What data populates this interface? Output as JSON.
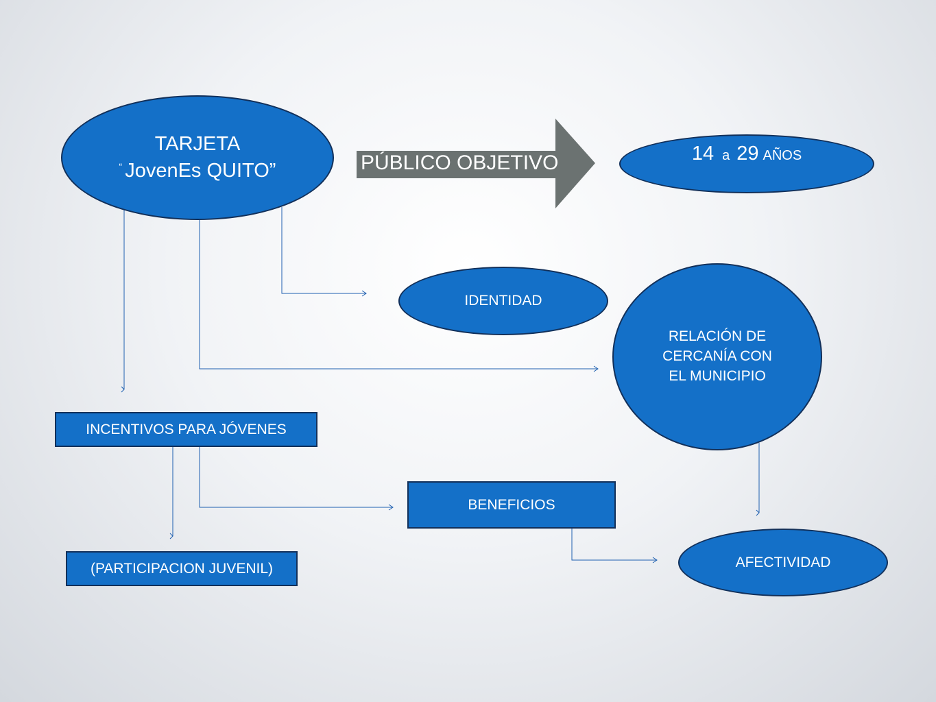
{
  "diagram": {
    "tarjeta": {
      "line1": "TARJETA",
      "open_quote": "“",
      "line2": "JovenEs QUITO”"
    },
    "publico_objetivo": "PÚBLICO OBJETIVO",
    "edad": {
      "from": "14",
      "sep": "a",
      "to": "29",
      "unit": "AÑOS"
    },
    "identidad": "IDENTIDAD",
    "relacion": {
      "line1": "RELACIÓN DE",
      "line2": "CERCANÍA CON",
      "line3": "EL MUNICIPIO"
    },
    "incentivos": "INCENTIVOS PARA JÓVENES",
    "beneficios": "BENEFICIOS",
    "participacion": "(PARTICIPACION JUVENIL)",
    "afectividad": "AFECTIVIDAD"
  },
  "colors": {
    "node_fill": "#1470c8",
    "node_border": "#12305a",
    "connector": "#1e5fb0",
    "big_arrow": "#6b7271"
  }
}
